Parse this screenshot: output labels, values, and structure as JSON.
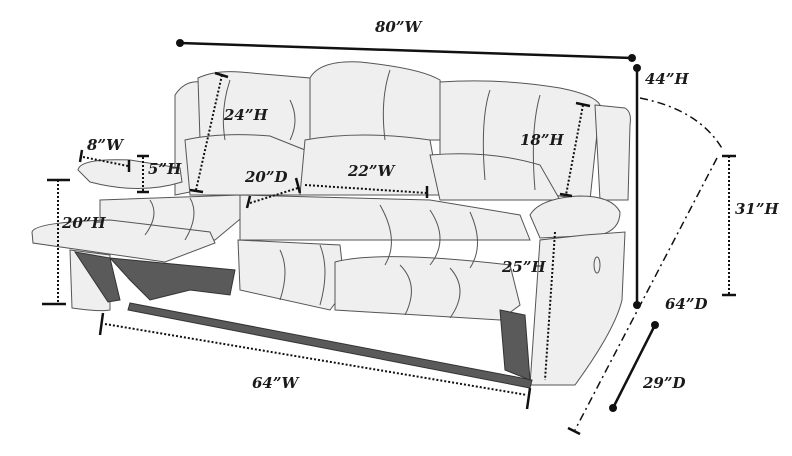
{
  "diagram": {
    "subject": "Reclining sofa dimension diagram",
    "colors": {
      "upholstery": "#efefef",
      "outline": "#444444",
      "mechanism": "#5a5a5a",
      "dimension_line": "#111111",
      "label": "#1a1a1a"
    },
    "labels": {
      "overall_width": "80”W",
      "overall_height": "44”H",
      "back_height_left": "24”H",
      "back_height_right": "18”H",
      "arm_width": "8”W",
      "arm_height": "5”H",
      "seat_depth": "20”D",
      "seat_width": "22”W",
      "footrest_height": "20”H",
      "seat_height": "25”H",
      "reclined_back_height": "31”H",
      "reclined_depth": "64”D",
      "upright_depth": "29”D",
      "inner_width": "64”W"
    }
  }
}
